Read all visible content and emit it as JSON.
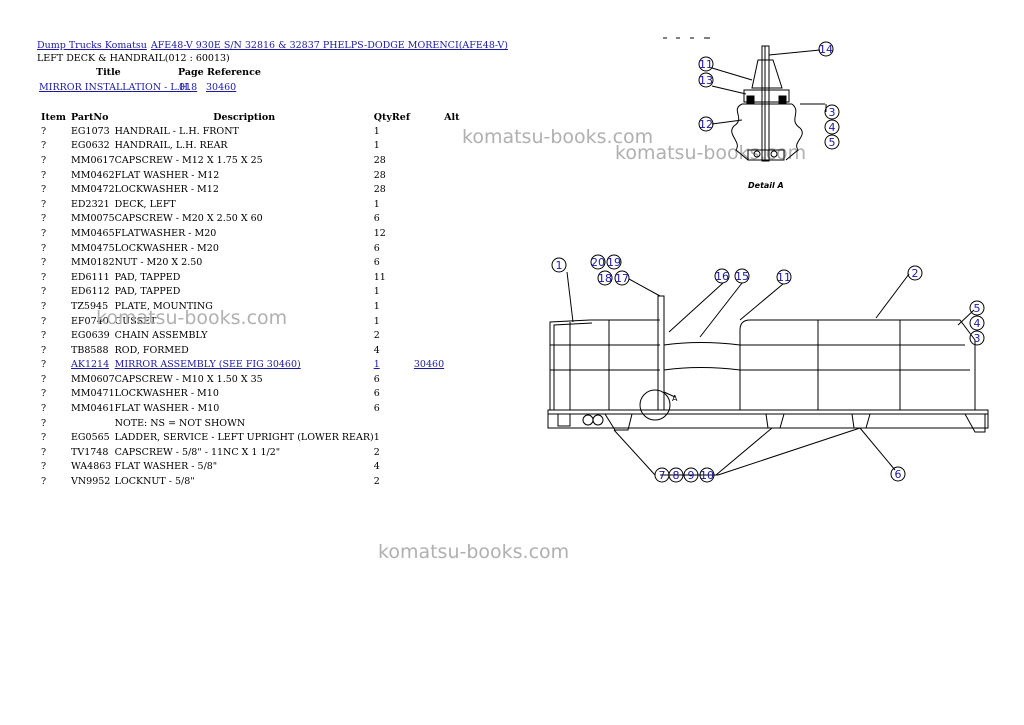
{
  "breadcrumb": {
    "category": "Dump Trucks Komatsu",
    "model": "AFE48-V 930E S/N 32816 & 32837 PHELPS-DODGE MORENCI(AFE48-V)"
  },
  "section_title": "LEFT DECK & HANDRAIL(012 : 60013)",
  "reference": {
    "headers": {
      "title": "Title",
      "page_reference": "Page Reference"
    },
    "row": {
      "title": "MIRROR INSTALLATION - L.H.",
      "code": "018",
      "page": "30460"
    }
  },
  "parts_table": {
    "headers": {
      "item": "Item",
      "part_no": "PartNo",
      "description": "Description",
      "qty": "Qty",
      "ref": "Ref",
      "alt": "Alt"
    },
    "rows": [
      {
        "item": "?",
        "part_no": "EG1073",
        "description": "HANDRAIL - L.H. FRONT",
        "qty": "1",
        "ref": ""
      },
      {
        "item": "?",
        "part_no": "EG0632",
        "description": "HANDRAIL, L.H. REAR",
        "qty": "1",
        "ref": ""
      },
      {
        "item": "?",
        "part_no": "MM0617",
        "description": "CAPSCREW - M12 X 1.75 X 25",
        "qty": "28",
        "ref": ""
      },
      {
        "item": "?",
        "part_no": "MM0462",
        "description": "FLAT WASHER - M12",
        "qty": "28",
        "ref": ""
      },
      {
        "item": "?",
        "part_no": "MM0472",
        "description": "LOCKWASHER - M12",
        "qty": "28",
        "ref": ""
      },
      {
        "item": "?",
        "part_no": "ED2321",
        "description": "DECK, LEFT",
        "qty": "1",
        "ref": ""
      },
      {
        "item": "?",
        "part_no": "MM0075",
        "description": "CAPSCREW - M20 X 2.50 X 60",
        "qty": "6",
        "ref": ""
      },
      {
        "item": "?",
        "part_no": "MM0465",
        "description": "FLATWASHER - M20",
        "qty": "12",
        "ref": ""
      },
      {
        "item": "?",
        "part_no": "MM0475",
        "description": "LOCKWASHER - M20",
        "qty": "6",
        "ref": ""
      },
      {
        "item": "?",
        "part_no": "MM0182",
        "description": "NUT - M20 X 2.50",
        "qty": "6",
        "ref": ""
      },
      {
        "item": "?",
        "part_no": "ED6111",
        "description": "PAD, TAPPED",
        "qty": "11",
        "ref": ""
      },
      {
        "item": "?",
        "part_no": "ED6112",
        "description": "PAD, TAPPED",
        "qty": "1",
        "ref": ""
      },
      {
        "item": "?",
        "part_no": "TZ5945",
        "description": "PLATE, MOUNTING",
        "qty": "1",
        "ref": ""
      },
      {
        "item": "?",
        "part_no": "EF0740",
        "description": "GUSSET",
        "qty": "1",
        "ref": ""
      },
      {
        "item": "?",
        "part_no": "EG0639",
        "description": "CHAIN ASSEMBLY",
        "qty": "2",
        "ref": ""
      },
      {
        "item": "?",
        "part_no": "TB8588",
        "description": "ROD, FORMED",
        "qty": "4",
        "ref": ""
      },
      {
        "item": "?",
        "part_no": "AK1214",
        "description": "MIRROR ASSEMBLY (SEE FIG 30460)",
        "qty": "1",
        "ref": "30460",
        "link": true
      },
      {
        "item": "?",
        "part_no": "MM0607",
        "description": "CAPSCREW - M10 X 1.50 X 35",
        "qty": "6",
        "ref": ""
      },
      {
        "item": "?",
        "part_no": "MM0471",
        "description": "LOCKWASHER - M10",
        "qty": "6",
        "ref": ""
      },
      {
        "item": "?",
        "part_no": "MM0461",
        "description": "FLAT WASHER - M10",
        "qty": "6",
        "ref": ""
      },
      {
        "item": "?",
        "part_no": "",
        "description": "NOTE: NS = NOT SHOWN",
        "qty": "",
        "ref": ""
      },
      {
        "item": "?",
        "part_no": "EG0565",
        "description": "LADDER, SERVICE - LEFT UPRIGHT (LOWER REAR)",
        "qty": "1",
        "ref": ""
      },
      {
        "item": "?",
        "part_no": "TV1748",
        "description": "CAPSCREW - 5/8\" - 11NC X 1 1/2\"",
        "qty": "2",
        "ref": ""
      },
      {
        "item": "?",
        "part_no": "WA4863",
        "description": "FLAT WASHER - 5/8\"",
        "qty": "4",
        "ref": ""
      },
      {
        "item": "?",
        "part_no": "VN9952",
        "description": "LOCKNUT - 5/8\"",
        "qty": "2",
        "ref": ""
      }
    ]
  },
  "watermark": "komatsu-books.com",
  "diagram": {
    "detail_caption": "Detail A",
    "detail_a_label": "A",
    "detail_callouts": [
      "14",
      "11",
      "13",
      "12",
      "3",
      "4",
      "5"
    ],
    "main_callouts": [
      "1",
      "20",
      "19",
      "18",
      "17",
      "16",
      "15",
      "11",
      "2",
      "5",
      "4",
      "3",
      "7",
      "8",
      "9",
      "10",
      "6"
    ]
  }
}
